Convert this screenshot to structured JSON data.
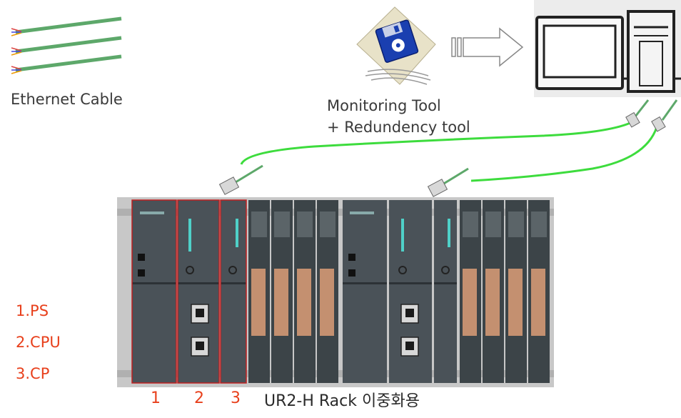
{
  "labels": {
    "ethernet_cable": "Ethernet Cable",
    "monitoring_tool_line1": "Monitoring Tool",
    "monitoring_tool_line2": "+ Redundency tool",
    "rack_caption": "UR2-H Rack 이중화용"
  },
  "legend": {
    "items": [
      "1.PS",
      "2.CPU",
      "3.CP"
    ]
  },
  "slot_numbers": [
    "1",
    "2",
    "3"
  ],
  "colors": {
    "cable_green": "#3ddc3d",
    "legend_red": "#e8401c",
    "module_dark": "#4a5258",
    "rack_bg": "#c8c8c8",
    "highlight_border": "#c02020"
  },
  "icons": [
    "ethernet-cable-icon",
    "floppy-disk-icon",
    "arrow-right-icon",
    "pc-computer-icon",
    "rj45-connector-icon",
    "plc-rack-icon",
    "sync-module-icon"
  ]
}
